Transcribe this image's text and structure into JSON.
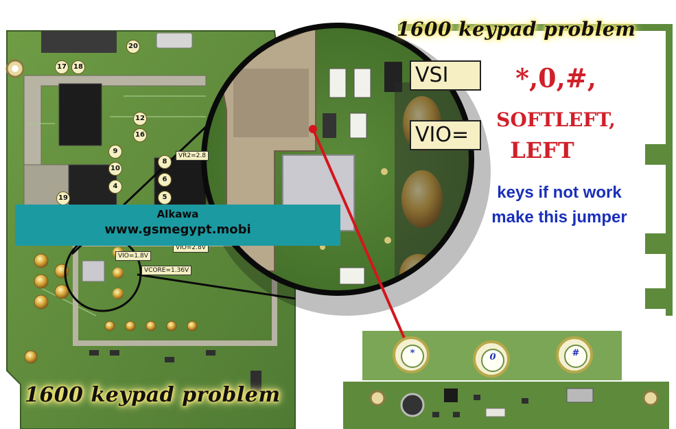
{
  "titles": {
    "top": "1600 keypad problem",
    "bottom": "1600 keypad problem"
  },
  "overlay": {
    "line1": "Alkawa",
    "line2": "www.gsmegypt.mobi"
  },
  "instructions": {
    "keys_line1": "*,0,#,",
    "keys_line2": "SOFTLEFT,",
    "keys_line3": "LEFT",
    "note_line1": "keys if not work",
    "note_line2": "make this jumper"
  },
  "zoom_labels": {
    "vsi": "VSI",
    "vio": "VIO="
  },
  "board_labels": {
    "vr2": "VR2=2.8",
    "vio": "VIO=1.8V",
    "vcore": "VCORE=1.36V",
    "vio2": "VIO=2.8V"
  },
  "callouts": [
    "20",
    "17",
    "18",
    "12",
    "16",
    "9",
    "8",
    "10",
    "6",
    "4",
    "5",
    "19"
  ],
  "keypad_pads": {
    "star": "*",
    "zero": "0",
    "hash": "#"
  },
  "colors": {
    "pcb_green": "#5e8a3c",
    "overlay_teal": "#1c9aa2",
    "red_text": "#d0202a",
    "blue_text": "#1a2fb8",
    "jumper_red": "#d4161c",
    "title_glow": "#ffe86a"
  }
}
